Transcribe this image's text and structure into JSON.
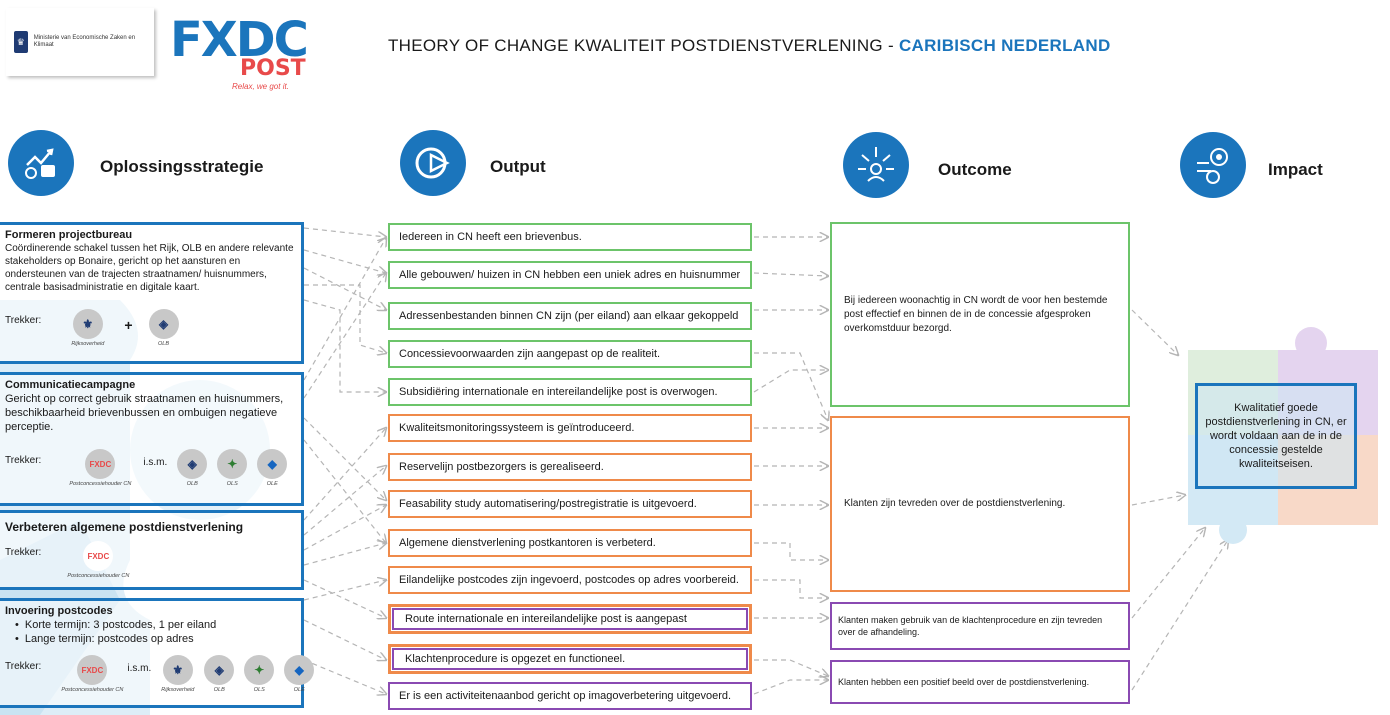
{
  "header": {
    "ministry_line": "Ministerie van Economische Zaken en Klimaat",
    "logo_main": "FXDC",
    "logo_sub": "POST",
    "logo_slogan": "Relax, we got it.",
    "title_prefix": "THEORY OF CHANGE KWALITEIT POSTDIENSTVERLENING - ",
    "title_highlight": "CARIBISCH NEDERLAND"
  },
  "columns": [
    {
      "title": "Oplossingsstrategie",
      "icon": "strategy-puzzle-icon"
    },
    {
      "title": "Output",
      "icon": "output-arrow-icon"
    },
    {
      "title": "Outcome",
      "icon": "outcome-person-icon"
    },
    {
      "title": "Impact",
      "icon": "impact-target-icon"
    }
  ],
  "strategies": [
    {
      "title": "Formeren projectbureau",
      "text": "Coördinerende schakel tussen het Rijk, OLB en andere relevante stakeholders op Bonaire, gericht op het aansturen en ondersteunen van de trajecten straatnamen/ huisnummers, centrale basisadministratie en digitale kaart.",
      "trekker_label": "Trekker:",
      "connector": "+",
      "badges": [
        {
          "caption": "Rijksoverheid",
          "glyph": "⚜"
        },
        {
          "caption": "OLB",
          "glyph": "◈"
        }
      ]
    },
    {
      "title": "Communicatiecampagne",
      "text": "Gericht op correct gebruik straatnamen en huisnummers, beschikbaarheid brievenbussen en ombuigen negatieve perceptie.",
      "trekker_label": "Trekker:",
      "connector": "i.s.m.",
      "badges": [
        {
          "caption": "Postconcessiehouder CN",
          "glyph": "FXDC"
        },
        {
          "caption": "OLB",
          "glyph": "◈"
        },
        {
          "caption": "OLS",
          "glyph": "✦"
        },
        {
          "caption": "OLE",
          "glyph": "◆"
        }
      ]
    },
    {
      "title": "Verbeteren algemene postdienstverlening",
      "trekker_label": "Trekker:",
      "badges": [
        {
          "caption": "Postconcessiehouder CN",
          "glyph": "FXDC"
        }
      ]
    },
    {
      "title": "Invoering postcodes",
      "bullets": [
        "Korte termijn: 3 postcodes, 1 per eiland",
        "Lange termijn: postcodes op adres"
      ],
      "trekker_label": "Trekker:",
      "connector": "i.s.m.",
      "badges": [
        {
          "caption": "Postconcessiehouder CN",
          "glyph": "FXDC"
        },
        {
          "caption": "Rijksoverheid",
          "glyph": "⚜"
        },
        {
          "caption": "OLB",
          "glyph": "◈"
        },
        {
          "caption": "OLS",
          "glyph": "✦"
        },
        {
          "caption": "OLE",
          "glyph": "◆"
        }
      ]
    }
  ],
  "outputs": [
    {
      "text": "Iedereen in CN heeft een brievenbus.",
      "color": "green"
    },
    {
      "text": "Alle gebouwen/ huizen in CN hebben een uniek adres en huisnummer",
      "color": "green"
    },
    {
      "text": "Adressenbestanden binnen CN zijn (per eiland) aan elkaar gekoppeld",
      "color": "green"
    },
    {
      "text": "Concessievoorwaarden zijn aangepast op de realiteit.",
      "color": "green"
    },
    {
      "text": "Subsidiëring internationale en intereilandelijke post is overwogen.",
      "color": "green"
    },
    {
      "text": "Kwaliteitsmonitoringssysteem is geïntroduceerd.",
      "color": "orange"
    },
    {
      "text": "Reservelijn postbezorgers is gerealiseerd.",
      "color": "orange"
    },
    {
      "text": "Feasability study automatisering/postregistratie is uitgevoerd.",
      "color": "orange"
    },
    {
      "text": "Algemene dienstverlening postkantoren is verbeterd.",
      "color": "orange"
    },
    {
      "text": "Eilandelijke postcodes zijn ingevoerd, postcodes op adres voorbereid.",
      "color": "orange"
    },
    {
      "text": "Route internationale en intereilandelijke post is aangepast",
      "color": "dual"
    },
    {
      "text": "Klachtenprocedure is opgezet en functioneel.",
      "color": "dual"
    },
    {
      "text": "Er is een activiteitenaanbod gericht op imagoverbetering uitgevoerd.",
      "color": "purple"
    }
  ],
  "outcomes": [
    {
      "text": "Bij iedereen woonachtig in CN wordt de voor hen bestemde post effectief en binnen de in de concessie afgesproken overkomstduur bezorgd.",
      "color": "green"
    },
    {
      "text": "Klanten zijn tevreden over de postdienstverlening.",
      "color": "orange"
    },
    {
      "text": "Klanten maken gebruik van de klachtenprocedure en zijn tevreden over de afhandeling.",
      "color": "purple"
    },
    {
      "text": "Klanten hebben een positief beeld over de postdienstverlening.",
      "color": "purple"
    }
  ],
  "impact": {
    "text": "Kwalitatief goede postdienstverlening in CN, er wordt voldaan aan de in de concessie gestelde kwaliteitseisen."
  },
  "colors": {
    "blue": "#1b75bc",
    "green": "#6cc46a",
    "orange": "#ef8a4a",
    "purple": "#8a4ab2",
    "arrow": "#b5b5b5"
  }
}
